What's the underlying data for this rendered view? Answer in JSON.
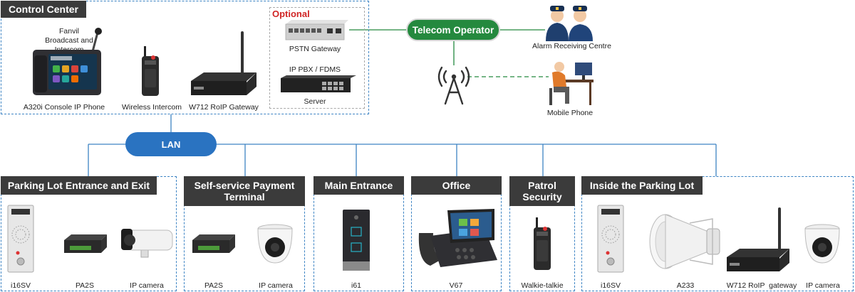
{
  "control_center": {
    "title": "Control Center",
    "optional_label": "Optional",
    "broadcast_caption": "Fanvil Broadcast and Intercom System",
    "devices": {
      "console_phone": "A320i Console IP Phone",
      "wireless_intercom": "Wireless Intercom",
      "roip_gateway": "W712 RoIP Gateway",
      "pstn_gateway": "PSTN Gateway",
      "ippbx_label": "IP PBX / FDMS",
      "server": "Server"
    }
  },
  "network": {
    "telecom_operator": "Telecom Operator",
    "lan": "LAN",
    "alarm_centre": "Alarm Receiving Centre",
    "mobile_phone": "Mobile Phone"
  },
  "zones": {
    "parking_entrance": {
      "title": "Parking Lot Entrance and Exit",
      "devices": [
        "i16SV",
        "PA2S",
        "IP camera"
      ]
    },
    "self_service": {
      "title": "Self-service Payment Terminal",
      "devices": [
        "PA2S",
        "IP camera"
      ]
    },
    "main_entrance": {
      "title": "Main Entrance",
      "devices": [
        "i61"
      ]
    },
    "office": {
      "title": "Office",
      "devices": [
        "V67"
      ]
    },
    "patrol": {
      "title": "Patrol Security",
      "devices": [
        "Walkie-talkie"
      ]
    },
    "inside_lot": {
      "title": "Inside the Parking Lot",
      "devices": [
        "i16SV",
        "A233",
        "W712 RoIP  gateway",
        "IP camera"
      ]
    }
  },
  "colors": {
    "frame_dash": "#3d84c4",
    "header_bg": "#3b3b3b",
    "telecom_green": "#24893e",
    "lan_blue": "#2a73c1",
    "optional_red": "#d02525"
  }
}
